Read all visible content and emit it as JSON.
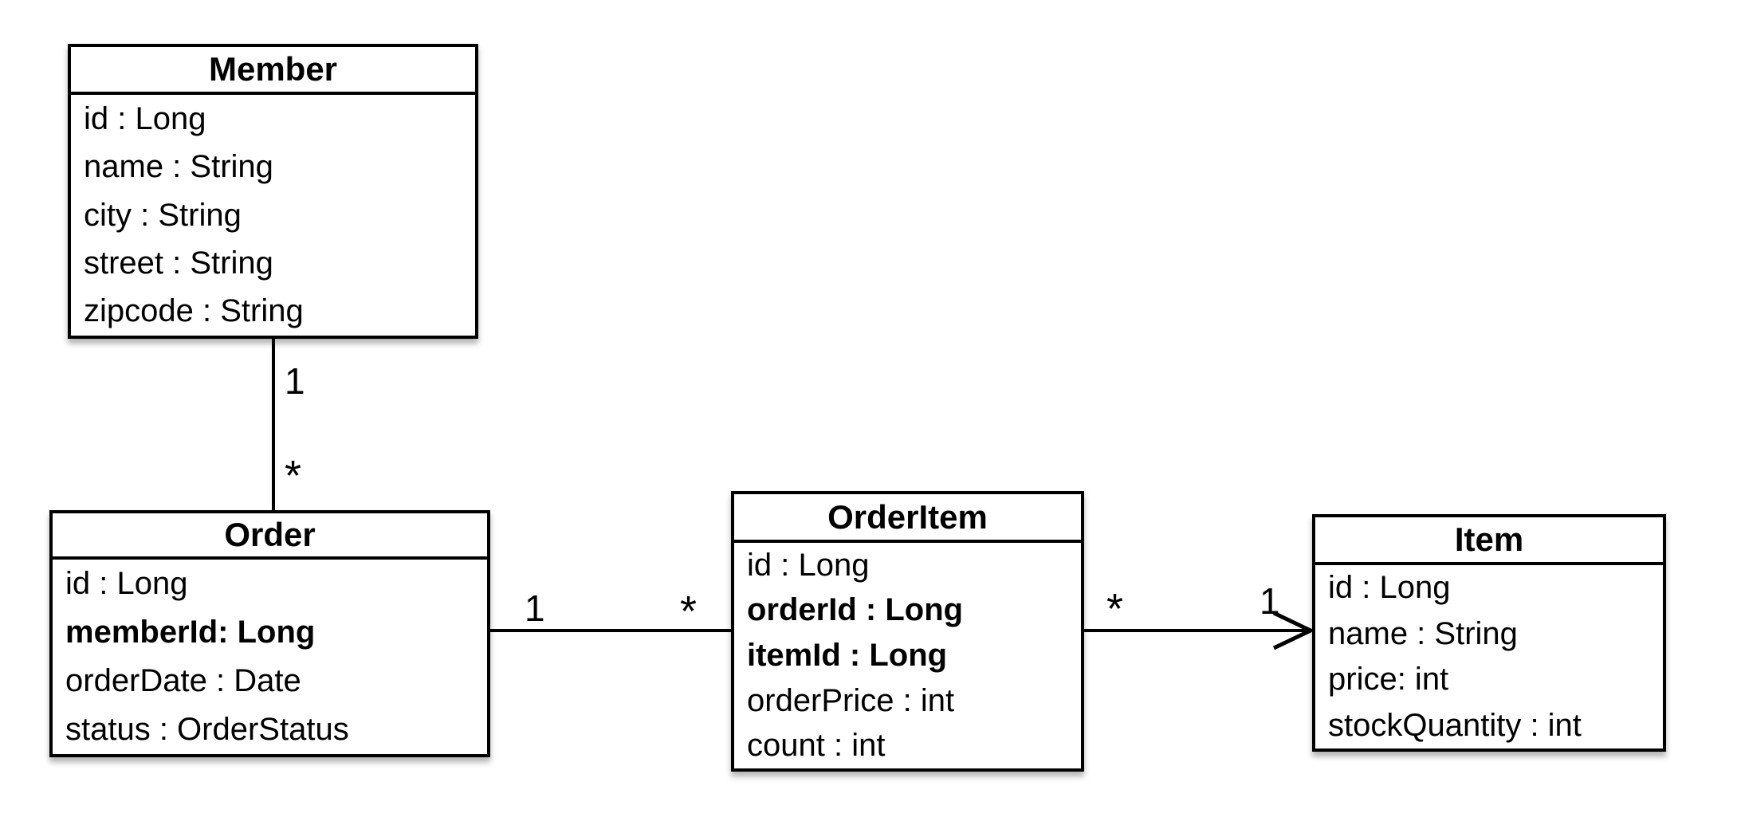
{
  "diagram": {
    "type": "uml-class-diagram",
    "colors": {
      "line": "#000000",
      "box_background": "#ffffff",
      "text": "#000000"
    },
    "classes": [
      {
        "name": "Member",
        "attributes": [
          {
            "text": "id : Long",
            "bold": false
          },
          {
            "text": "name : String",
            "bold": false
          },
          {
            "text": "city : String",
            "bold": false
          },
          {
            "text": "street : String",
            "bold": false
          },
          {
            "text": "zipcode : String",
            "bold": false
          }
        ]
      },
      {
        "name": "Order",
        "attributes": [
          {
            "text": "id : Long",
            "bold": false
          },
          {
            "text": "memberId: Long",
            "bold": true
          },
          {
            "text": "orderDate : Date",
            "bold": false
          },
          {
            "text": "status : OrderStatus",
            "bold": false
          }
        ]
      },
      {
        "name": "OrderItem",
        "attributes": [
          {
            "text": "id : Long",
            "bold": false
          },
          {
            "text": "orderId : Long",
            "bold": true
          },
          {
            "text": "itemId : Long",
            "bold": true
          },
          {
            "text": "orderPrice : int",
            "bold": false
          },
          {
            "text": "count : int",
            "bold": false
          }
        ]
      },
      {
        "name": "Item",
        "attributes": [
          {
            "text": "id : Long",
            "bold": false
          },
          {
            "text": "name : String",
            "bold": false
          },
          {
            "text": "price: int",
            "bold": false
          },
          {
            "text": "stockQuantity : int",
            "bold": false
          }
        ]
      }
    ],
    "relations": [
      {
        "from": "Member",
        "to": "Order",
        "from_label": "1",
        "to_label": "*",
        "arrow": "none",
        "orientation": "vertical"
      },
      {
        "from": "Order",
        "to": "OrderItem",
        "from_label": "1",
        "to_label": "*",
        "arrow": "none",
        "orientation": "horizontal"
      },
      {
        "from": "OrderItem",
        "to": "Item",
        "from_label": "*",
        "to_label": "1",
        "arrow": "open",
        "orientation": "horizontal"
      }
    ]
  }
}
